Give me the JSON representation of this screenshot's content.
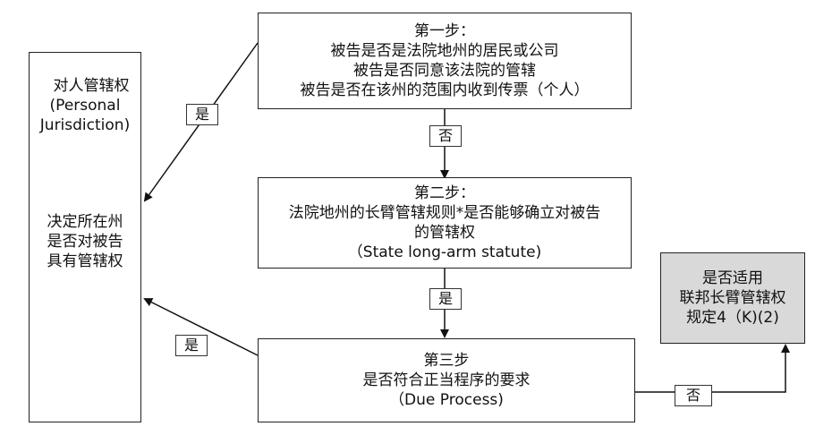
{
  "left_box": {
    "lines": [
      "对人管辖权",
      "(Personal",
      "Jurisdiction)",
      "决定所在州",
      "是否对被告",
      "具有管辖权"
    ]
  },
  "step1": {
    "lines": [
      "第一步：",
      "被告是否是法院地州的居民或公司",
      "被告是否同意该法院的管辖",
      "被告是否在该州的范围内收到传票（个人）"
    ]
  },
  "step2": {
    "lines": [
      "第二步：",
      "法院地州的长臂管辖规则*是否能够确立对被告",
      "的管辖权",
      "（State long-arm statute)"
    ]
  },
  "step3": {
    "lines": [
      "第三步",
      "是否符合正当程序的要求",
      "（Due Process)"
    ]
  },
  "federal_box": {
    "lines": [
      "是否适用",
      "联邦长臂管辖权",
      "规定4（K)(2)"
    ],
    "fill": "#d9d9d9"
  },
  "edge_labels": {
    "step1_to_left": "是",
    "step1_to_step2": "否",
    "step2_to_step3": "是",
    "step3_to_left": "是",
    "step3_to_federal": "否"
  }
}
